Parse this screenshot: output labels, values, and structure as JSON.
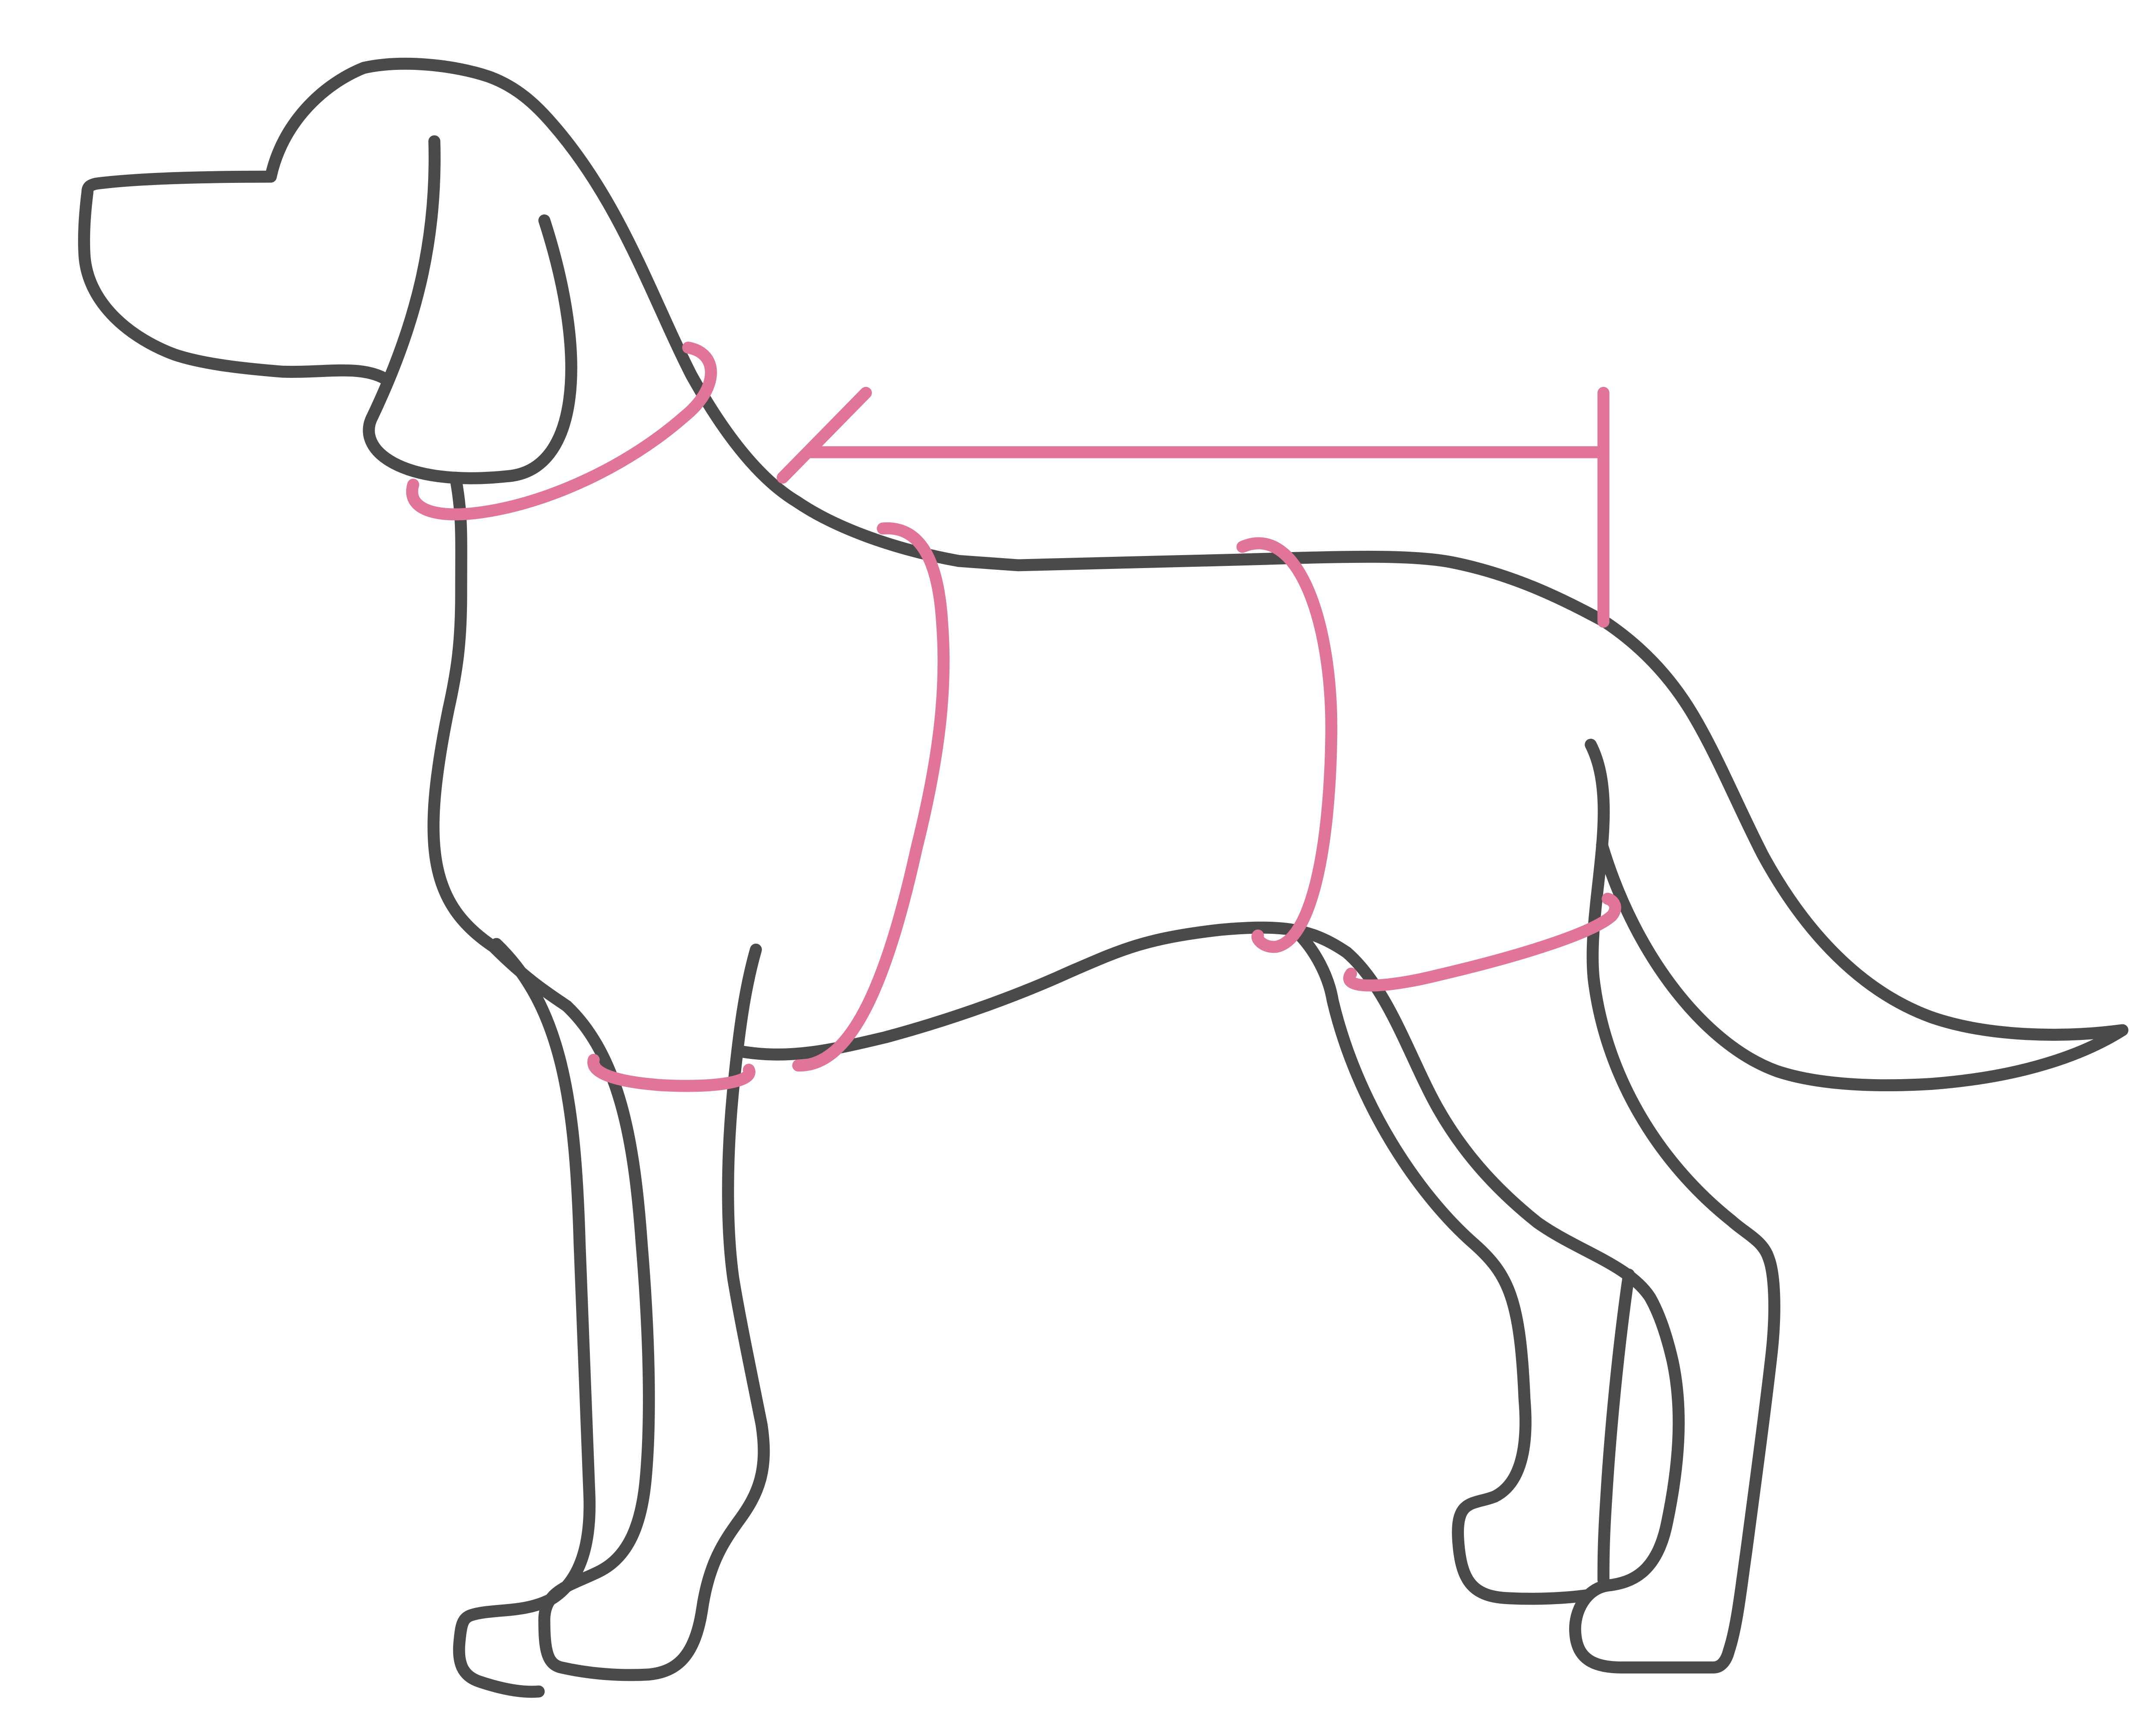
{
  "colors": {
    "background": "#ffffff",
    "outline": "#4a4a4a",
    "measurement": "#e07499"
  },
  "figure": {
    "subject": "dog-side-profile",
    "measurements": [
      {
        "id": "neck-girth",
        "kind": "loop"
      },
      {
        "id": "back-length",
        "kind": "bracket"
      },
      {
        "id": "chest-girth",
        "kind": "loop"
      },
      {
        "id": "waist-girth",
        "kind": "loop"
      },
      {
        "id": "front-leg-girth",
        "kind": "loop"
      },
      {
        "id": "hind-leg-girth",
        "kind": "loop"
      }
    ]
  }
}
